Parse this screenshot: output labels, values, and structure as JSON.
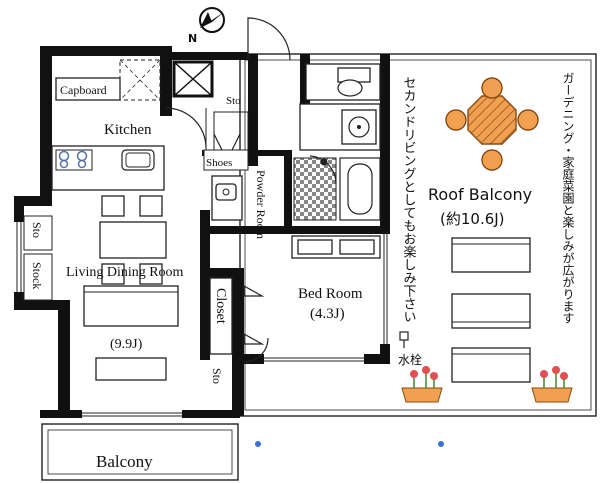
{
  "north_label": "N",
  "rooms": {
    "cupboard": "Capboard",
    "kitchen": "Kitchen",
    "storage_top": "Sto",
    "shoes": "Shoes",
    "powder_room": "Powder Room",
    "living_dining": "Living Dining Room",
    "living_area": "(9.9J)",
    "storage_left": "Sto",
    "stock": "Stock",
    "closet": "Closet",
    "bed_room": "Bed Room",
    "bed_room_area": "(4.3J)",
    "storage_bottom": "Sto",
    "balcony": "Balcony",
    "roof_balcony": "Roof Balcony",
    "roof_balcony_area": "(約10.6J)",
    "water_tap": "水栓"
  },
  "captions": {
    "second_living": "セカンドリビングとしてもお楽しみ下さい",
    "gardening": "ガーデニング・家庭菜園と楽しみが広がります"
  },
  "colors": {
    "wall": "#111111",
    "table_orange": "#f0a050",
    "chair_orange": "#f0a050",
    "flower_pink": "#e05050",
    "planter_orange": "#f0a050",
    "dot_blue": "#3a6fd8",
    "stove_blue": "#5570b0"
  }
}
